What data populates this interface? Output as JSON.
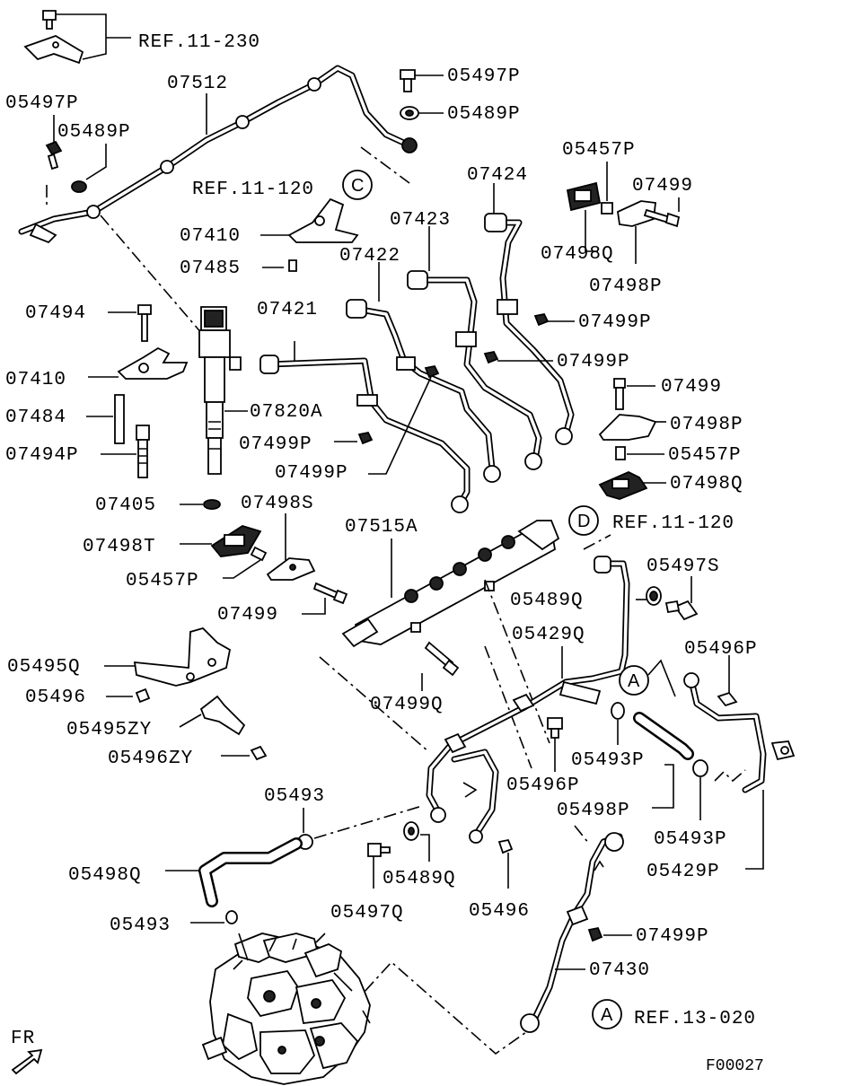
{
  "labels": {
    "ref_11_230": "REF.11-230",
    "p05497P_a": "05497P",
    "p07512": "07512",
    "p05489P_a": "05489P",
    "p05497P_b": "05497P",
    "p05489P_b": "05489P",
    "ref_11_120_c": "REF.11-120",
    "p05457P_a": "05457P",
    "p07424": "07424",
    "p07499_a": "07499",
    "p07423": "07423",
    "p07410_a": "07410",
    "p07498Q_a": "07498Q",
    "p07485": "07485",
    "p07422": "07422",
    "p07498P_a": "07498P",
    "p07494": "07494",
    "p07421": "07421",
    "p07499P_a": "07499P",
    "p07499P_b": "07499P",
    "p07410_b": "07410",
    "p07499_b": "07499",
    "p07484": "07484",
    "p07820A": "07820A",
    "p07498P_b": "07498P",
    "p07494P": "07494P",
    "p07499P_c": "07499P",
    "p05457P_b": "05457P",
    "p07499P_d": "07499P",
    "p07498Q_b": "07498Q",
    "p07405": "07405",
    "p07498S": "07498S",
    "ref_11_120_d": "REF.11-120",
    "p07515A": "07515A",
    "p07498T": "07498T",
    "p05497S": "05497S",
    "p05457P_c": "05457P",
    "p05489Q_a": "05489Q",
    "p07499_c": "07499",
    "p05429Q": "05429Q",
    "p05496P_a": "05496P",
    "p05495Q": "05495Q",
    "p05496": "05496",
    "p07499Q": "07499Q",
    "p05495ZY": "05495ZY",
    "p05493P_a": "05493P",
    "p05496ZY": "05496ZY",
    "p05496P_b": "05496P",
    "p05493": "05493",
    "p05498P": "05498P",
    "p05493P_b": "05493P",
    "p05498Q": "05498Q",
    "p05489Q_b": "05489Q",
    "p05429P": "05429P",
    "p05493_b": "05493",
    "p05497Q": "05497Q",
    "p05496_b": "05496",
    "p07499P_e": "07499P",
    "p07430": "07430",
    "ref_13_020": "REF.13-020",
    "fr": "FR",
    "code": "F00027"
  },
  "callouts": {
    "a": "A",
    "c": "C",
    "d": "D"
  }
}
